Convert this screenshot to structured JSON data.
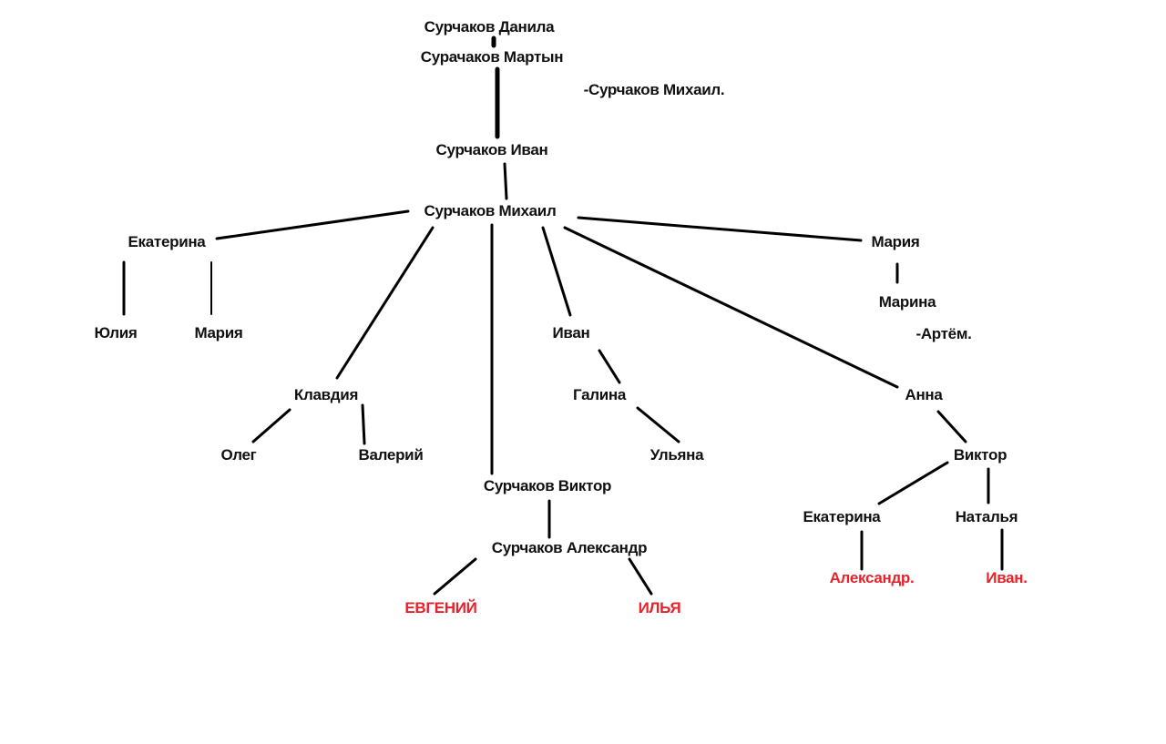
{
  "colors": {
    "text": "#111111",
    "highlight": "#e8222a",
    "line": "#000000"
  },
  "people": {
    "danila": "Сурчаков Данила",
    "martyn": "Сурачаков Мартын",
    "mikhail_note": "-Сурчаков Михаил.",
    "ivan_s": "Сурчаков Иван",
    "mikhail_s": "Сурчаков Михаил",
    "ekaterina": "Екатерина",
    "maria_r": "Мария",
    "yulia": "Юлия",
    "maria_l": "Мария",
    "marina": "Марина",
    "artem": "-Артём.",
    "ivan": "Иван",
    "klavdia": "Клавдия",
    "galina": "Галина",
    "anna": "Анна",
    "oleg": "Олег",
    "valery": "Валерий",
    "ulyana": "Ульяна",
    "viktor": "Виктор",
    "viktor_s": "Сурчаков Виктор",
    "ekaterina2": "Екатерина",
    "natalia": "Наталья",
    "alexander_s": "Сурчаков Александр",
    "evgeny": "ЕВГЕНИЙ",
    "ilya": "ИЛЬЯ",
    "alexander": "Александр.",
    "ivan2": "Иван."
  }
}
